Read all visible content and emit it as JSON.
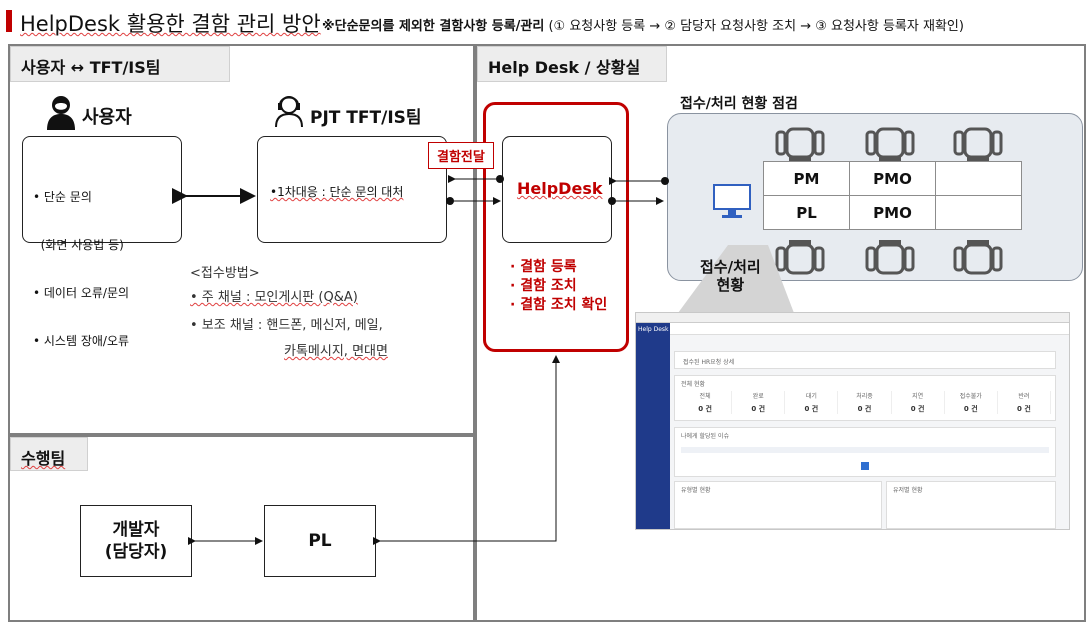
{
  "title": {
    "main": "HelpDesk 활용한 결함 관리 방안",
    "sub_bold": "※단순문의를 제외한 결함사항 등록/관리",
    "sub_rest": " (① 요청사항 등록 → ② 담당자 요청사항 조치 → ③ 요청사항 등록자 재확인)"
  },
  "left_panel": {
    "tab": "사용자 ↔ TFT/IS팀",
    "user_label": "사용자",
    "user_items": [
      "• 단순 문의",
      "  (화면 사용법 등)",
      "• 데이터 오류/문의",
      "• 시스템 장애/오류"
    ],
    "tft_label": "PJT TFT/IS팀",
    "tft_item": "•1차대응 : 단순 문의 대처",
    "method_title": "<접수방법>",
    "method_main": "•  주 채널 : 모인게시판 (Q&A)",
    "method_sub1": "•  보조 채널 : 핸드폰, 메신저, 메일,",
    "method_sub2": "카톡메시지, 면대면"
  },
  "team_panel": {
    "tab": "수행팀",
    "developer": "개발자\n(담당자)",
    "pl": "PL"
  },
  "right_panel": {
    "tab": "Help Desk / 상황실",
    "defect_transfer": "결함전달",
    "helpdesk": "HelpDesk",
    "actions": [
      "· 결함 등록",
      "· 결함 조치",
      "· 결함 조치 확인"
    ],
    "status_title": "접수/처리 현황 점검",
    "status_caption": "접수/처리\n현황",
    "table": [
      [
        "PM",
        "PMO",
        ""
      ],
      [
        "PL",
        "PMO",
        ""
      ]
    ]
  },
  "screenshot": {
    "app_name": "Help Desk",
    "headline": "접수된 HR요청 상세",
    "panel_overall": "전체 현황",
    "stat_labels": [
      "전체",
      "완료",
      "대기",
      "처리중",
      "지연",
      "접수불가",
      "반려"
    ],
    "stat_values": [
      "0 건",
      "0 건",
      "0 건",
      "0 건",
      "0 건",
      "0 건",
      "0 건"
    ],
    "panel_mine": "나에게 할당된 이슈",
    "panel_by_type": "유형별 현황",
    "panel_by_team": "유저별 현황"
  },
  "colors": {
    "accent_red": "#c00000",
    "border_gray": "#7f7f7f",
    "status_bg": "#e7ebf0",
    "app_sidebar": "#1f3a8a"
  },
  "icons": [
    "user-icon",
    "support-agent-icon",
    "monitor-icon",
    "chair-icon"
  ]
}
